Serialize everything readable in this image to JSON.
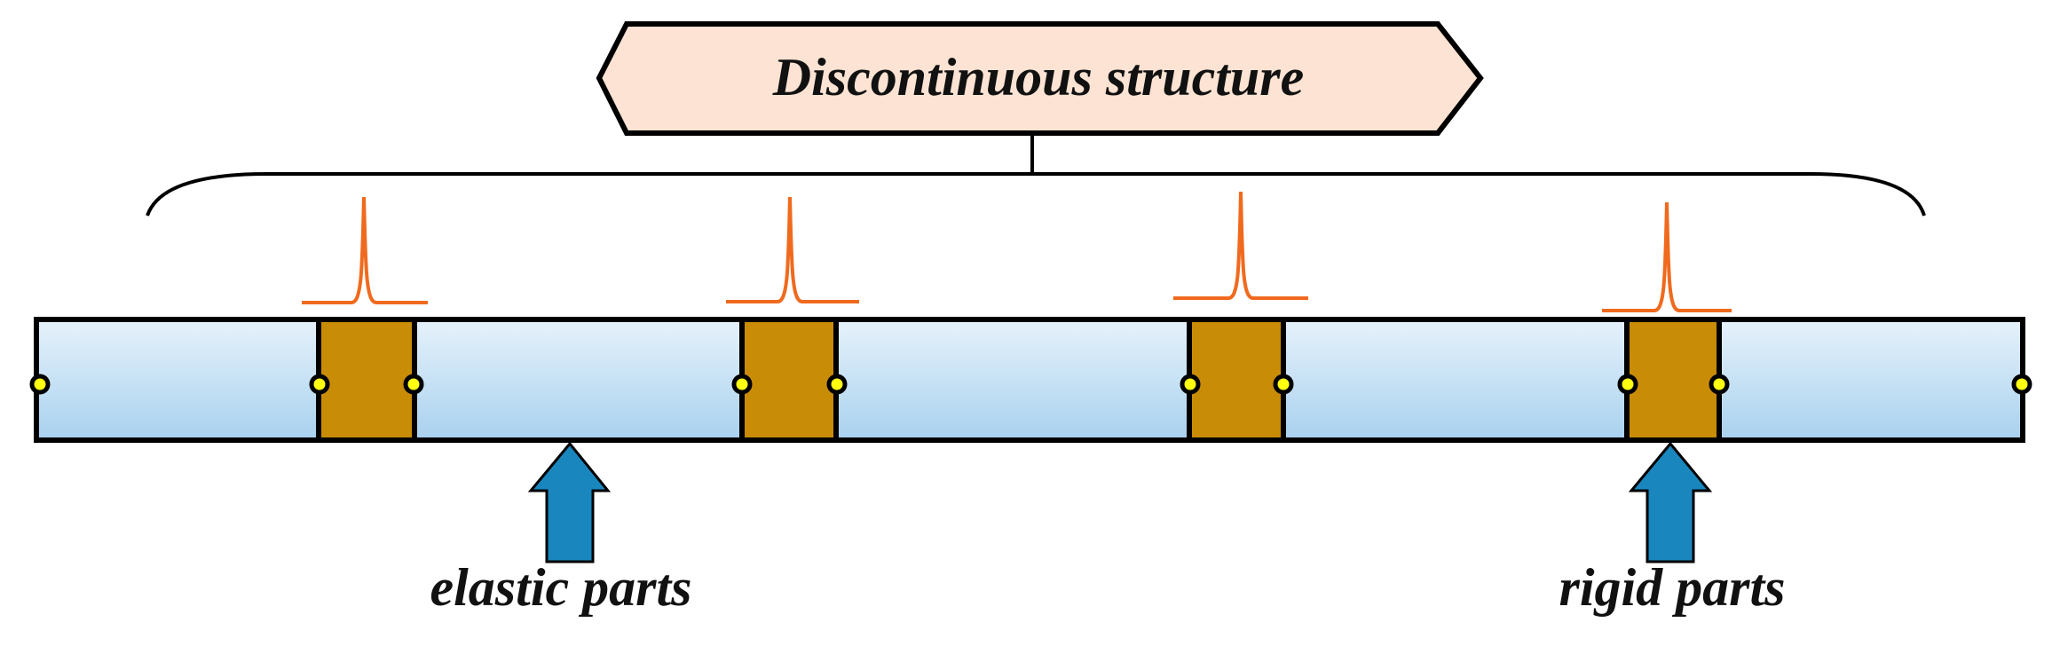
{
  "title": "Discontinuous structure",
  "labels": {
    "elastic": "elastic parts",
    "rigid": "rigid parts"
  },
  "colors": {
    "title_fill": "#FDE3D3",
    "elastic_top": "#E6F2FB",
    "elastic_bottom": "#A9D1EF",
    "rigid_fill": "#C98C06",
    "node_fill": "#FFFF10",
    "peak_stroke": "#F06A1E",
    "arrow_fill": "#1A86BE",
    "outline": "#000000"
  }
}
